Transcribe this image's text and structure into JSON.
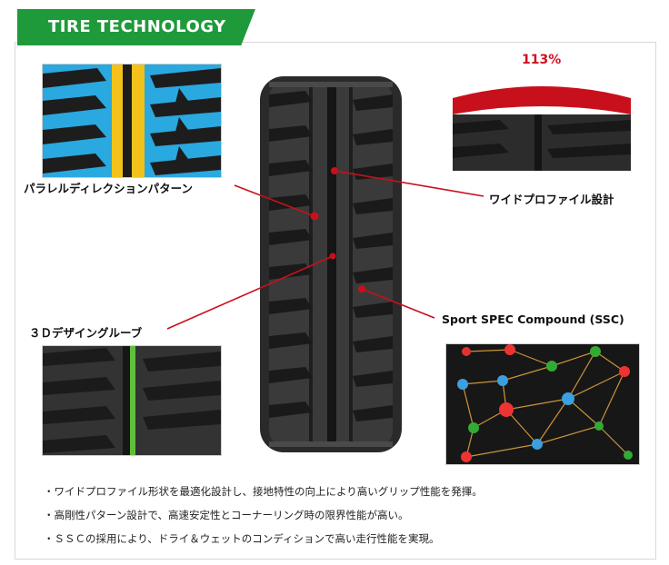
{
  "banner": {
    "title": "TIRE  TECHNOLOGY"
  },
  "features": {
    "parallel_direction": "パラレルディレクションパターン",
    "wide_profile": "ワイドプロファイル設計",
    "groove_3d": "３Ｄデザイングルーブ",
    "compound": "Sport SPEC Compound (SSC)"
  },
  "profile_percent": "113%",
  "bullets": [
    "・ワイドプロファイル形状を最適化設計し、接地特性の向上により高いグリップ性能を発揮。",
    "・高剛性パターン設計で、高速安定性とコーナーリング時の限界性能が高い。",
    "・ＳＳＣの採用により、ドライ＆ウェットのコンディションで高い走行性能を実現。"
  ],
  "colors": {
    "banner": "#1f9a3a",
    "callout_line": "#c8101c",
    "tread_highlight_blue": "#2aa8e0",
    "tread_highlight_yellow": "#f2c21a",
    "groove_highlight_green": "#5fbf3a",
    "profile_red": "#c8101c"
  }
}
